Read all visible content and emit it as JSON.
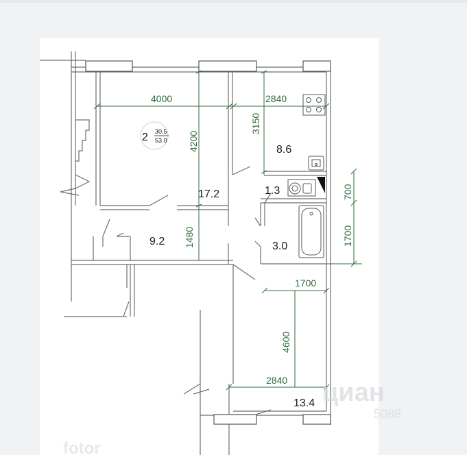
{
  "plan": {
    "apartment_label": {
      "rooms": "2",
      "living_area": "30.5",
      "total_area": "53.0"
    },
    "dimensions": {
      "top_left_width": "4000",
      "top_right_width": "2840",
      "room_height": "4200",
      "kitchen_height": "3150",
      "side_700": "700",
      "side_1700": "1700",
      "corridor_height": "1480",
      "bath_width": "1700",
      "lower_height": "4600",
      "bottom_width": "2840"
    },
    "areas": {
      "kitchen": "8.6",
      "living_room": "17.2",
      "toilet": "1.3",
      "hall": "9.2",
      "bathroom": "3.0",
      "bedroom": "13.4"
    },
    "watermarks": {
      "cian": "циан",
      "cian_id": "5088",
      "fotor": "fotor"
    }
  }
}
